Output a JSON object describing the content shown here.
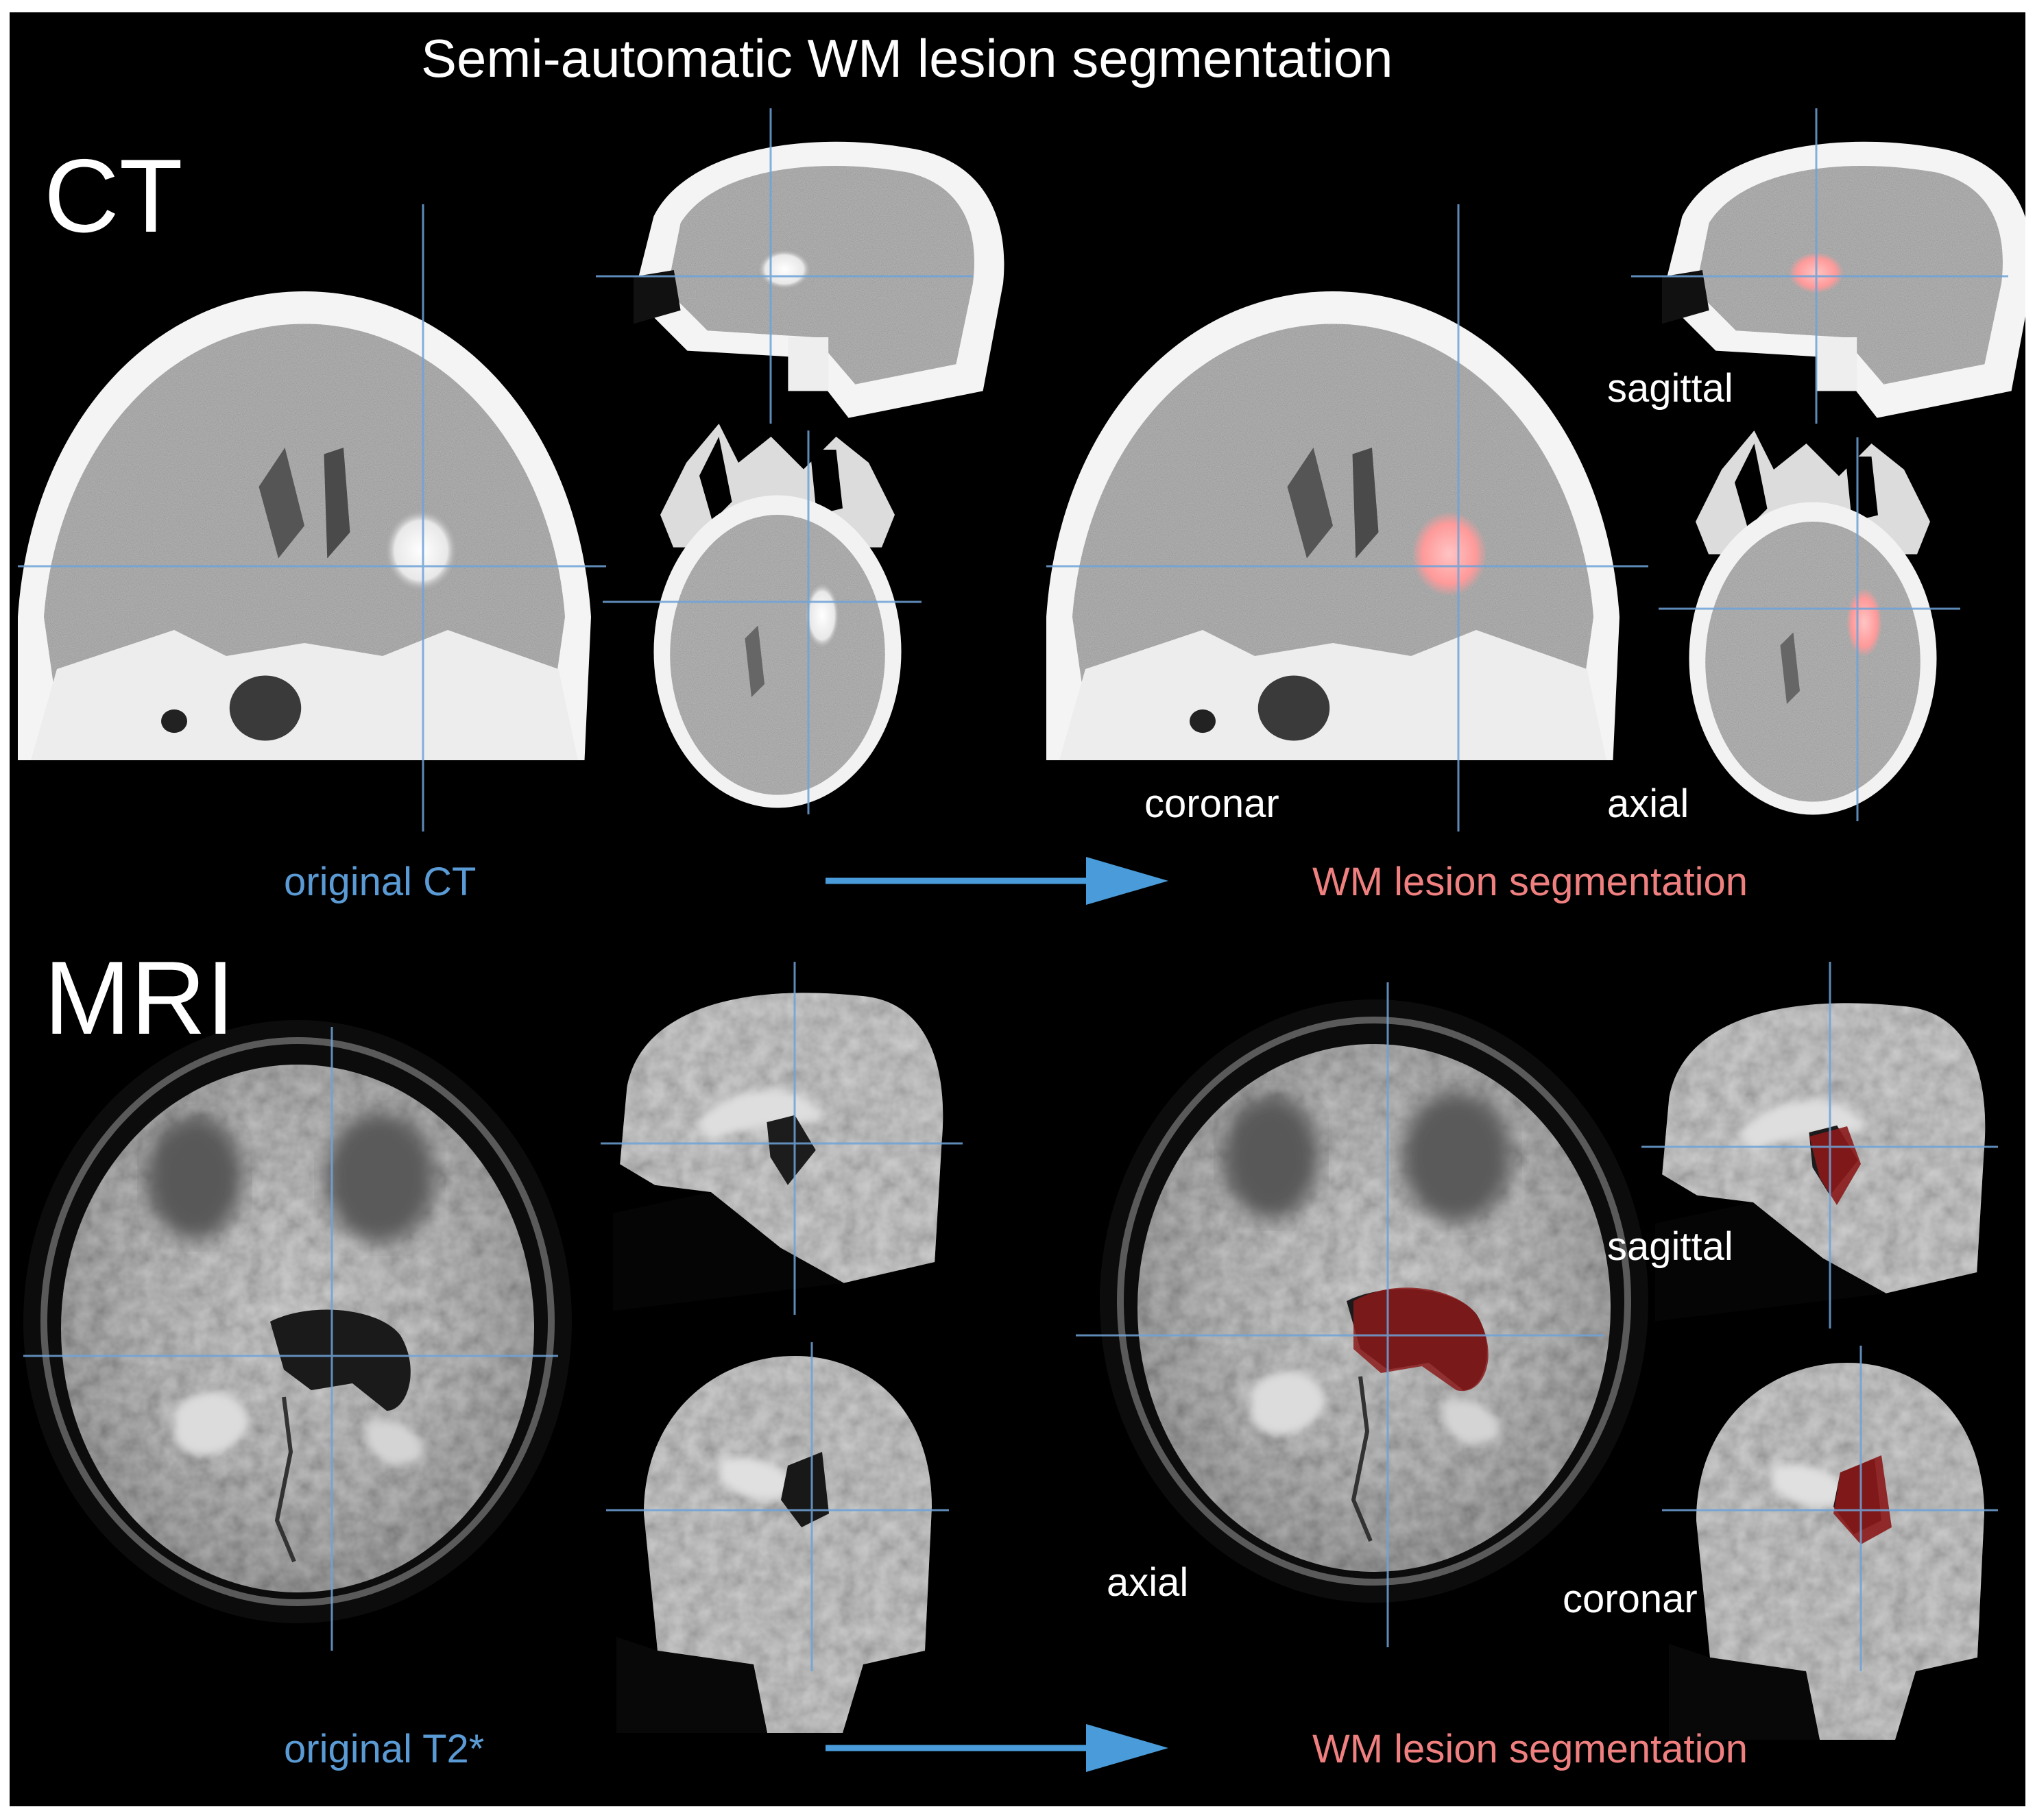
{
  "figure": {
    "title": "Semi-automatic WM lesion segmentation",
    "colors": {
      "background": "#000000",
      "crosshair": "#6fa3d8",
      "arrow": "#4a9bd9",
      "original_label": "#5b9bd5",
      "segmentation_label": "#f08080",
      "ct_lesion_overlay": "#ff9a9a",
      "mri_lesion_overlay": "#8b1a1a"
    }
  },
  "ct": {
    "modality_label": "CT",
    "views": {
      "sagittal": "sagittal",
      "coronal": "coronar",
      "axial": "axial"
    },
    "original_label": "original CT",
    "segmentation_label": "WM lesion segmentation"
  },
  "mri": {
    "modality_label": "MRI",
    "views": {
      "sagittal": "sagittal",
      "axial": "axial",
      "coronal": "coronar"
    },
    "original_label": "original T2*",
    "segmentation_label": "WM lesion segmentation"
  }
}
